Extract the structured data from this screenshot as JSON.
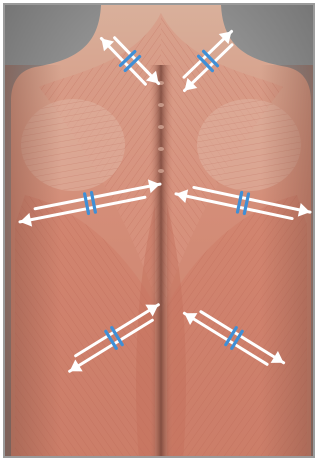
{
  "figure": {
    "background_color": "#8f8f8f",
    "skin_color": "#d8a590",
    "muscle_color": "#d7826f",
    "spine_shadow_color": "#7d4a3e",
    "arrow_color": "#ffffff",
    "marker_color": "#3f8fd6",
    "arrow_pairs": [
      {
        "name": "upper-left-arrow-pair",
        "icon": "double-arrow-icon"
      },
      {
        "name": "upper-right-arrow-pair",
        "icon": "double-arrow-icon"
      },
      {
        "name": "middle-left-arrow-pair",
        "icon": "double-arrow-icon"
      },
      {
        "name": "middle-right-arrow-pair",
        "icon": "double-arrow-icon"
      },
      {
        "name": "lower-left-arrow-pair",
        "icon": "double-arrow-icon"
      },
      {
        "name": "lower-right-arrow-pair",
        "icon": "double-arrow-icon"
      }
    ]
  }
}
